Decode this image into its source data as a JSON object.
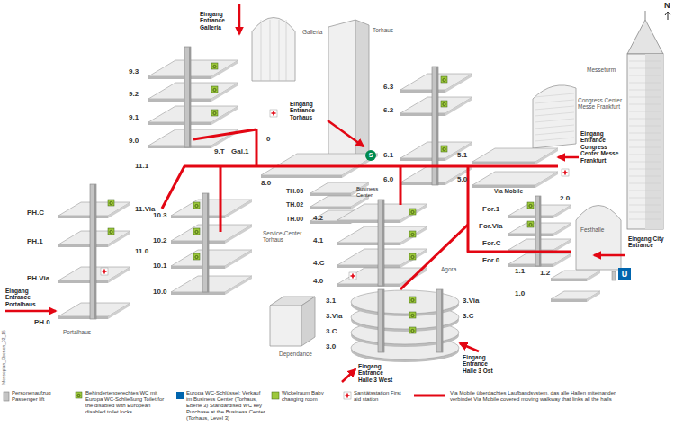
{
  "diagram": {
    "labels": [
      "N",
      "Eingang Entrance Galleria",
      "Galleria",
      "Torhaus",
      "Messeturm",
      "9.3",
      "9.2",
      "9.1",
      "9.0",
      "9.T",
      "Gal.1",
      "0",
      "Eingang Entrance Torhaus",
      "S",
      "6.3",
      "6.2",
      "6.1",
      "6.0",
      "Congress Center Messe Frankfurt",
      "Eingang Entrance Congress Center Messe Frankfurt",
      "5.1",
      "5.0",
      "Via Mobile",
      "11.1",
      "11.Via",
      "11.0",
      "PH.C",
      "PH.1",
      "PH.Via",
      "PH.0",
      "Eingang Entrance Portalhaus",
      "Portalhaus",
      "10.3",
      "10.2",
      "10.1",
      "10.0",
      "8.0",
      "Business Center",
      "TH.03",
      "TH.02",
      "TH.00",
      "Service-Center Torhaus",
      "4.2",
      "4.1",
      "4.C",
      "4.0",
      "Agora",
      "For.1",
      "For.Via",
      "For.C",
      "For.0",
      "Festhalle",
      "2.0",
      "1.2",
      "1.1",
      "1.0",
      "Eingang City Entrance",
      "U",
      "3.1",
      "3.Via",
      "3.C",
      "3.0",
      "3.Via",
      "3.C",
      "Dependance",
      "Eingang Entrance Halle 3 West",
      "Eingang Entrance Halle 3 Ost",
      "Messeplan_Ebenen_03_15"
    ],
    "legend": [
      {
        "text": "Personenaufzug Passenger lift"
      },
      {
        "text": "Behindertengerechtes WC mit Europa WC-Schließung Toilet for the disabled with European disabled toilet locks"
      },
      {
        "text": "Europa WC-Schlüssel: Verkauf im Business Center (Torhaus, Ebene 3) Standardised WC key Purchase at the Business Center (Torhaus, Level 3)"
      },
      {
        "text": "Wickelraum Baby changing room"
      },
      {
        "text": "Sanitätsstation First aid station"
      },
      {
        "text": "Via Mobile überdachtes Laufbandsystem, das alle Hallen miteinander verbindet Via Mobile covered moving walkway that links all the halls"
      }
    ]
  }
}
